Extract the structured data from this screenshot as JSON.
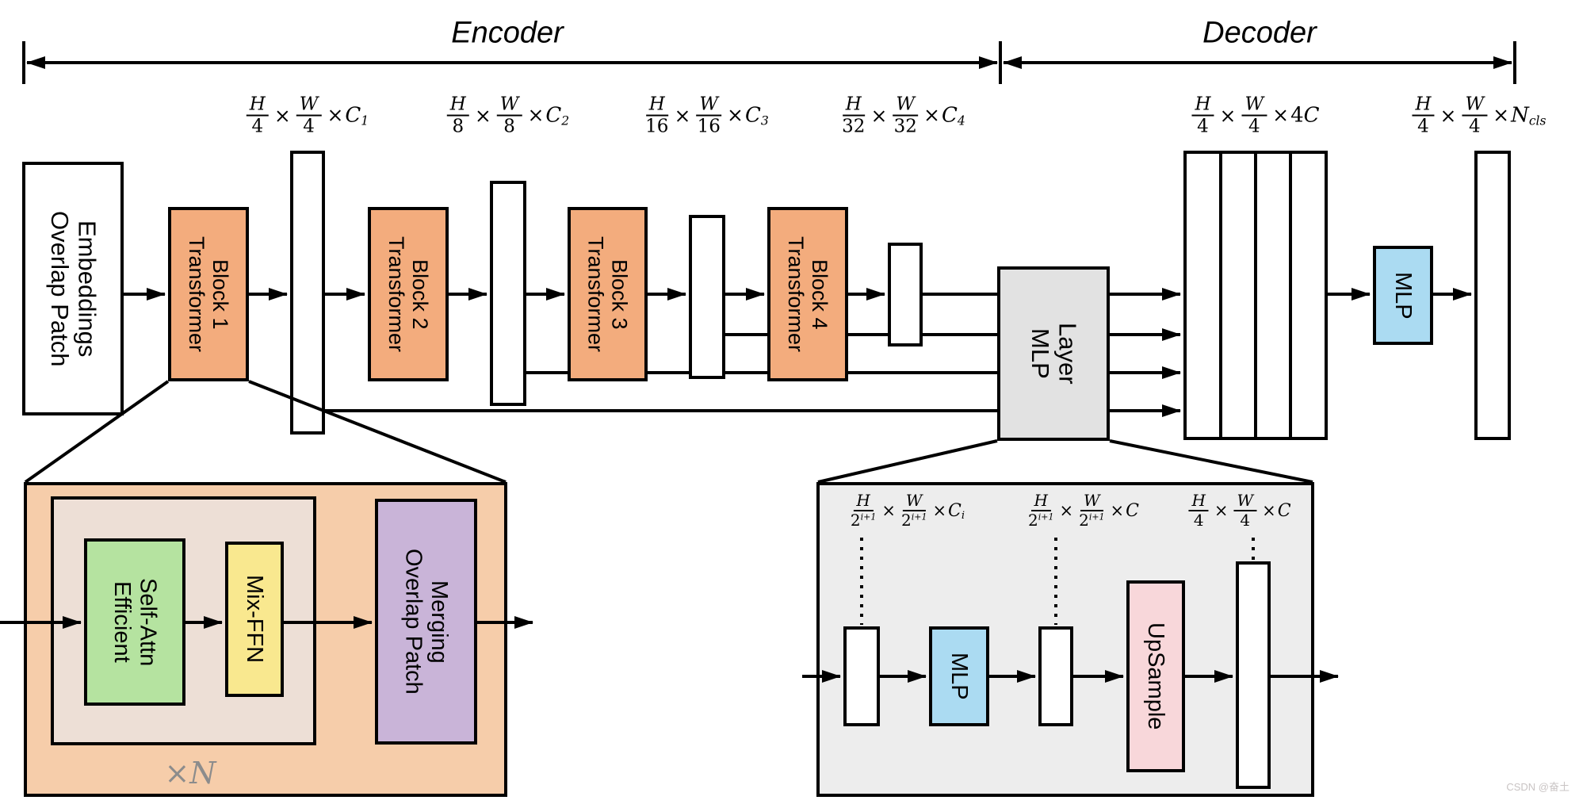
{
  "header": {
    "encoder": "Encoder",
    "decoder": "Decoder"
  },
  "dim_labels": [
    {
      "n1": "H",
      "d1": "4",
      "n2": "W",
      "d2": "4",
      "mul": "×",
      "tv": "C",
      "ts": "1"
    },
    {
      "n1": "H",
      "d1": "8",
      "n2": "W",
      "d2": "8",
      "mul": "×",
      "tv": "C",
      "ts": "2"
    },
    {
      "n1": "H",
      "d1": "16",
      "n2": "W",
      "d2": "16",
      "mul": "×",
      "tv": "C",
      "ts": "3"
    },
    {
      "n1": "H",
      "d1": "32",
      "n2": "W",
      "d2": "32",
      "mul": "×",
      "tv": "C",
      "ts": "4"
    },
    {
      "n1": "H",
      "d1": "4",
      "n2": "W",
      "d2": "4",
      "mul": "×",
      "tp": "4",
      "tv": "C"
    },
    {
      "n1": "H",
      "d1": "4",
      "n2": "W",
      "d2": "4",
      "mul": "×",
      "tv": "N",
      "ts": "cls"
    }
  ],
  "blocks": {
    "ope": [
      "Overlap Patch",
      "Embeddings"
    ],
    "tb1": [
      "Transformer",
      "Block 1"
    ],
    "tb2": [
      "Transformer",
      "Block 2"
    ],
    "tb3": [
      "Transformer",
      "Block 3"
    ],
    "tb4": [
      "Transformer",
      "Block 4"
    ],
    "mlp_layer": [
      "MLP",
      "Layer"
    ],
    "decoder_mlp": [
      "MLP"
    ]
  },
  "tb_detail": {
    "esa": [
      "Efficient",
      "Self-Attn"
    ],
    "ffn": [
      "Mix-FFN"
    ],
    "opm": [
      "Overlap Patch",
      "Merging"
    ],
    "repeat_mult": "×",
    "repeat_var": "N"
  },
  "mlp_detail": {
    "labels": [
      {
        "n1": "H",
        "d1": "2",
        "ds1": "i+1",
        "n2": "W",
        "d2": "2",
        "ds2": "i+1",
        "mul": "×",
        "tv": "C",
        "ts": "i"
      },
      {
        "n1": "H",
        "d1": "2",
        "ds1": "i+1",
        "n2": "W",
        "d2": "2",
        "ds2": "i+1",
        "mul": "×",
        "tv": "C"
      },
      {
        "n1": "H",
        "d1": "4",
        "n2": "W",
        "d2": "4",
        "mul": "×",
        "tv": "C"
      }
    ],
    "mlp": [
      "MLP"
    ],
    "upsample": [
      "UpSample"
    ]
  },
  "watermark": "CSDN @奋土",
  "colors": {
    "block_orange": "#F3AC7D",
    "panel_orange": "#F6CDAA",
    "inner_tan": "#EDDFD6",
    "green": "#B5E3A0",
    "yellow": "#F9E88F",
    "purple": "#C9B4D8",
    "gray_box": "#E2E2E2",
    "panel_gray": "#EDEDED",
    "blue": "#ABDBF2",
    "pink": "#F8D7DA",
    "muted_gray": "#8C8C8C",
    "watermark": "#C9C4C4"
  }
}
